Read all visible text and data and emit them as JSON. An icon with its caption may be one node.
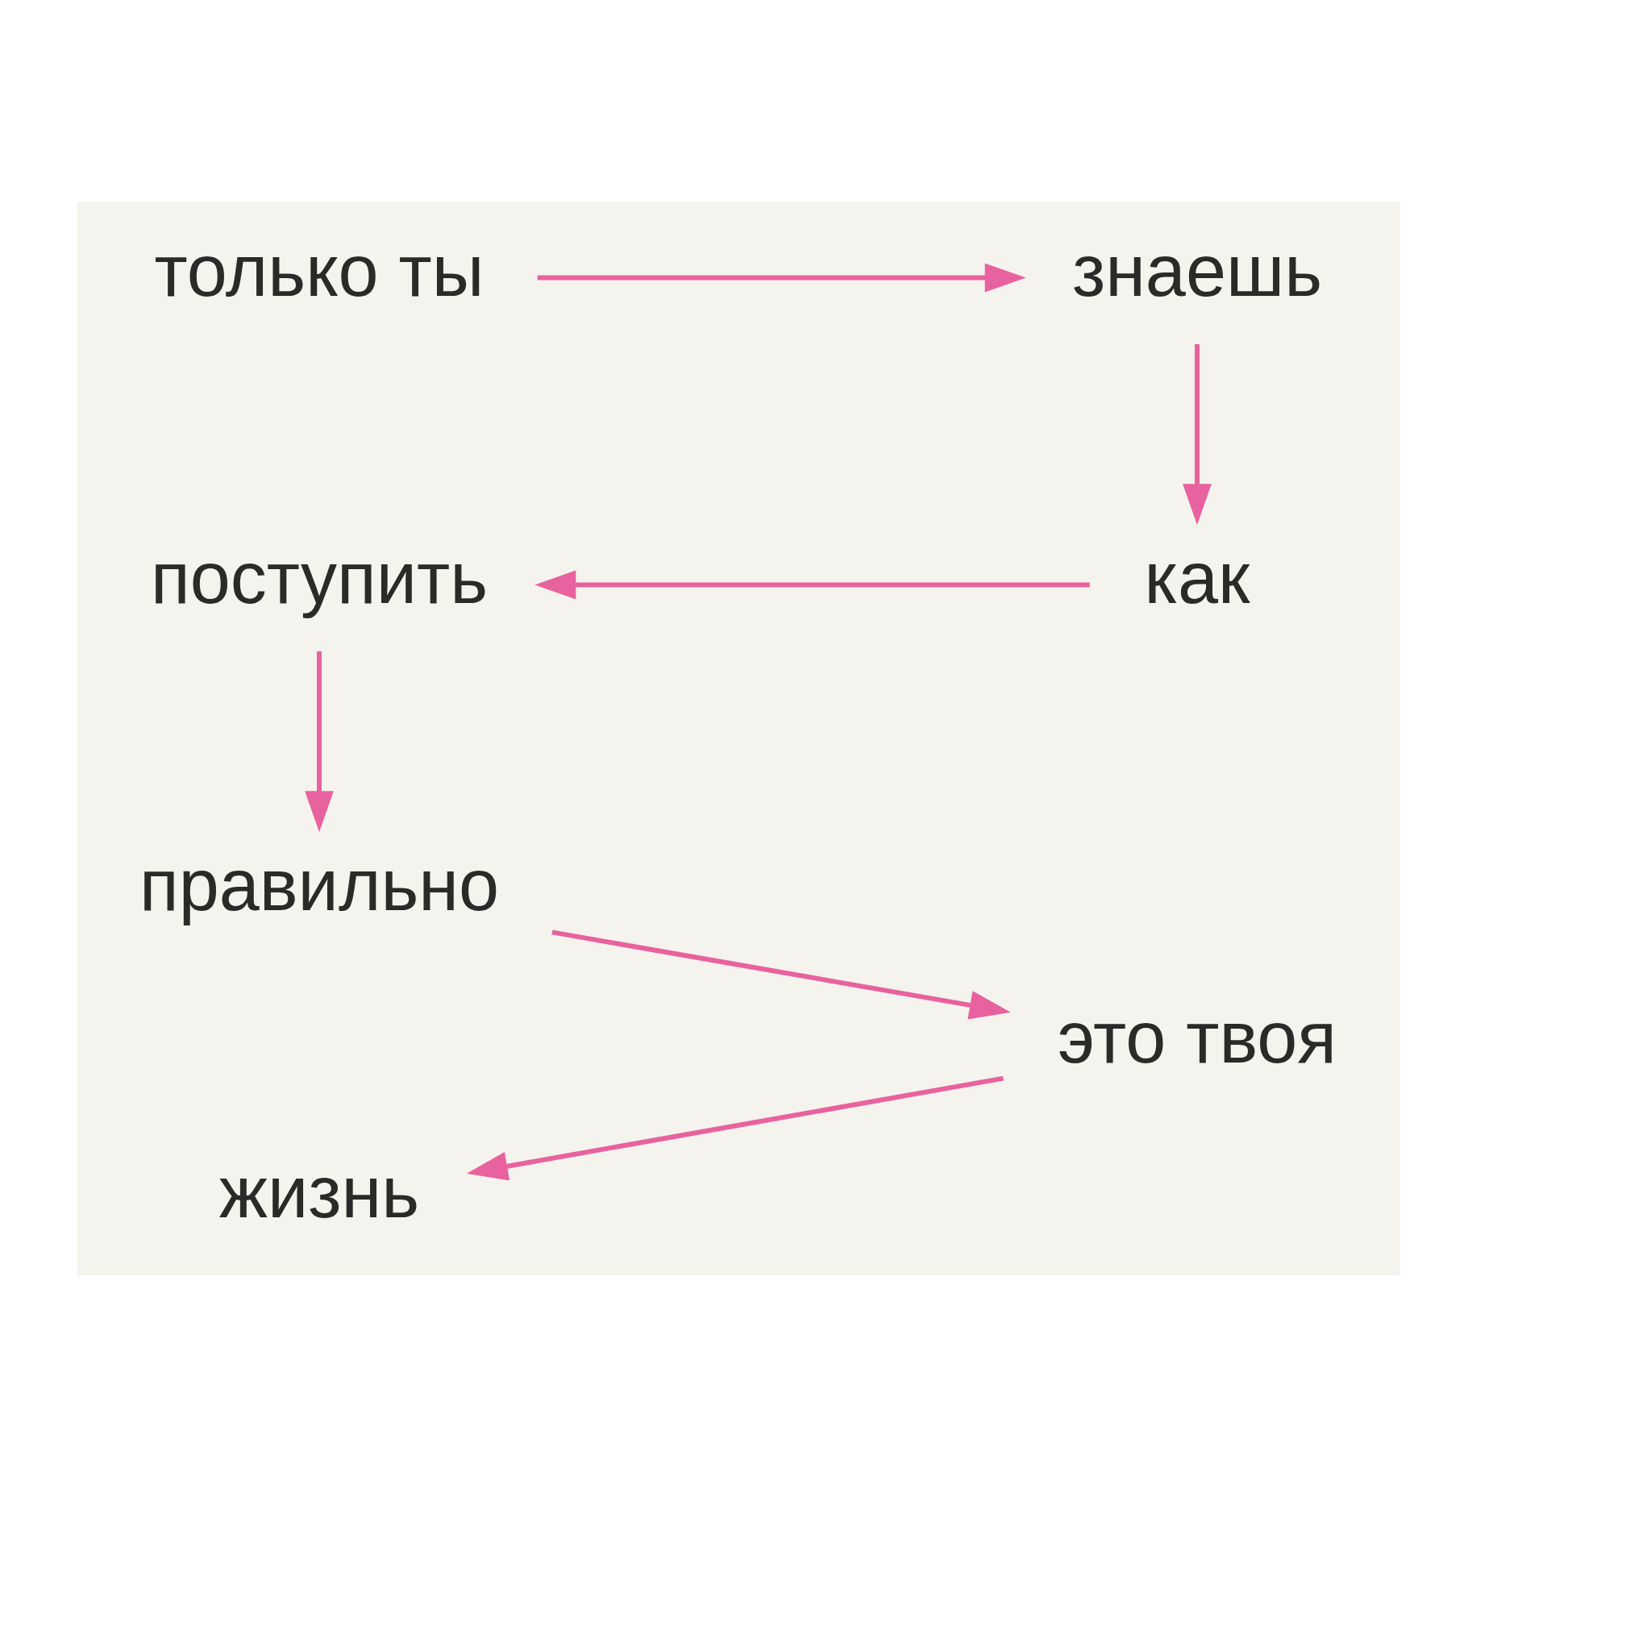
{
  "diagram": {
    "nodes": [
      {
        "text": [
          "только ты"
        ]
      },
      {
        "text": [
          "знаешь"
        ]
      },
      {
        "text": [
          "как"
        ]
      },
      {
        "text": [
          "поступить"
        ]
      },
      {
        "text": [
          "правильно"
        ]
      },
      {
        "text": [
          "это твоя"
        ]
      },
      {
        "text": [
          "жизнь"
        ]
      }
    ],
    "edges": [
      {
        "from": 0,
        "to": 1,
        "arrow": "to"
      },
      {
        "from": 1,
        "to": 2,
        "arrow": "to"
      },
      {
        "from": 2,
        "to": 3,
        "arrow": "to"
      },
      {
        "from": 3,
        "to": 4,
        "arrow": "to"
      },
      {
        "from": 4,
        "to": 5,
        "arrow": "to"
      },
      {
        "from": 5,
        "to": 6,
        "arrow": "to"
      }
    ]
  }
}
